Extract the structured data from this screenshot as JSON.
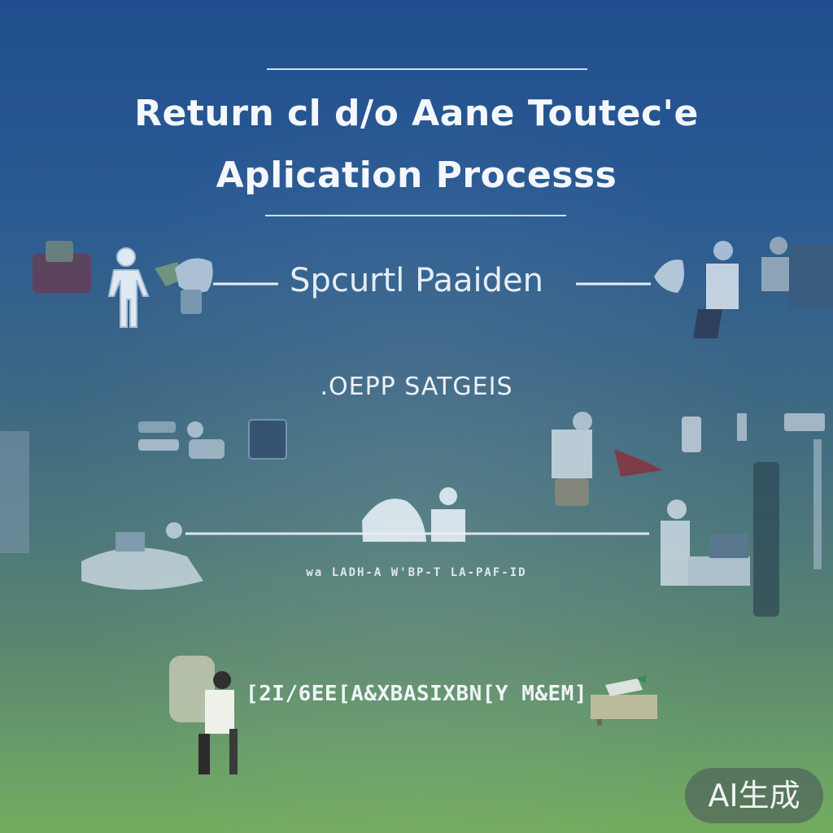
{
  "title": {
    "line1": "Return cl d/o Aane Toutec'e",
    "line2": "Aplication Processs"
  },
  "subheading": "Spcurtl Paaiden",
  "stage_label": ".OEPP SATGEIS",
  "small_label": "wa LADH-A W'BP-T LA-PAF-ID",
  "bottom_label": "[2I/6EE[A&XBASIXBN[Y M&EM]",
  "badge": "AI生成",
  "colors": {
    "background_top": "#1f4e8e",
    "background_bottom": "#74ac5e",
    "text": "#f4f7fb"
  }
}
